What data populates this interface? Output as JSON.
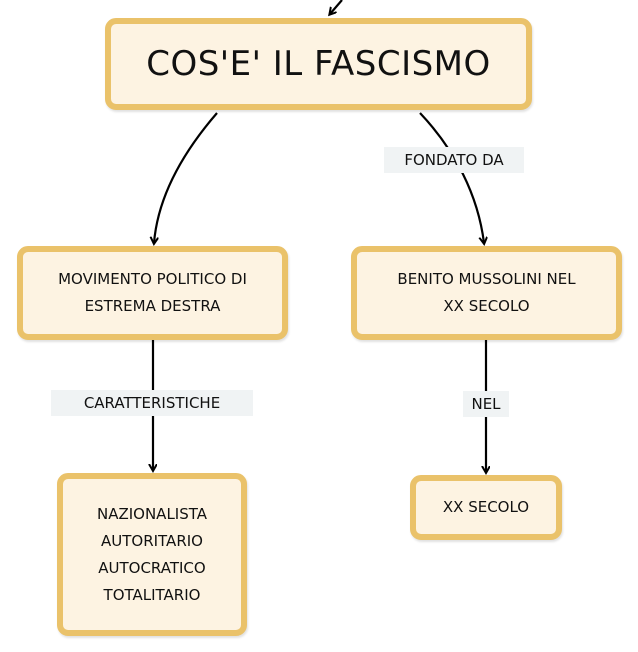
{
  "nodes": {
    "title": "COS'E' IL FASCISMO",
    "movimento": "MOVIMENTO POLITICO DI\nESTREMA DESTRA",
    "mussolini": "BENITO MUSSOLINI NEL\nXX SECOLO",
    "caratteristiche_list": "NAZIONALISTA\nAUTORITARIO\nAUTOCRATICO\nTOTALITARIO",
    "secolo": "XX SECOLO"
  },
  "edge_labels": {
    "fondato_da": "FONDATO DA",
    "caratteristiche": "CARATTERISTICHE",
    "nel": "NEL"
  },
  "colors": {
    "node_fill": "#fdf3e2",
    "node_border": "#eac26a",
    "label_bg": "#f0f3f4",
    "edge": "#000000"
  }
}
